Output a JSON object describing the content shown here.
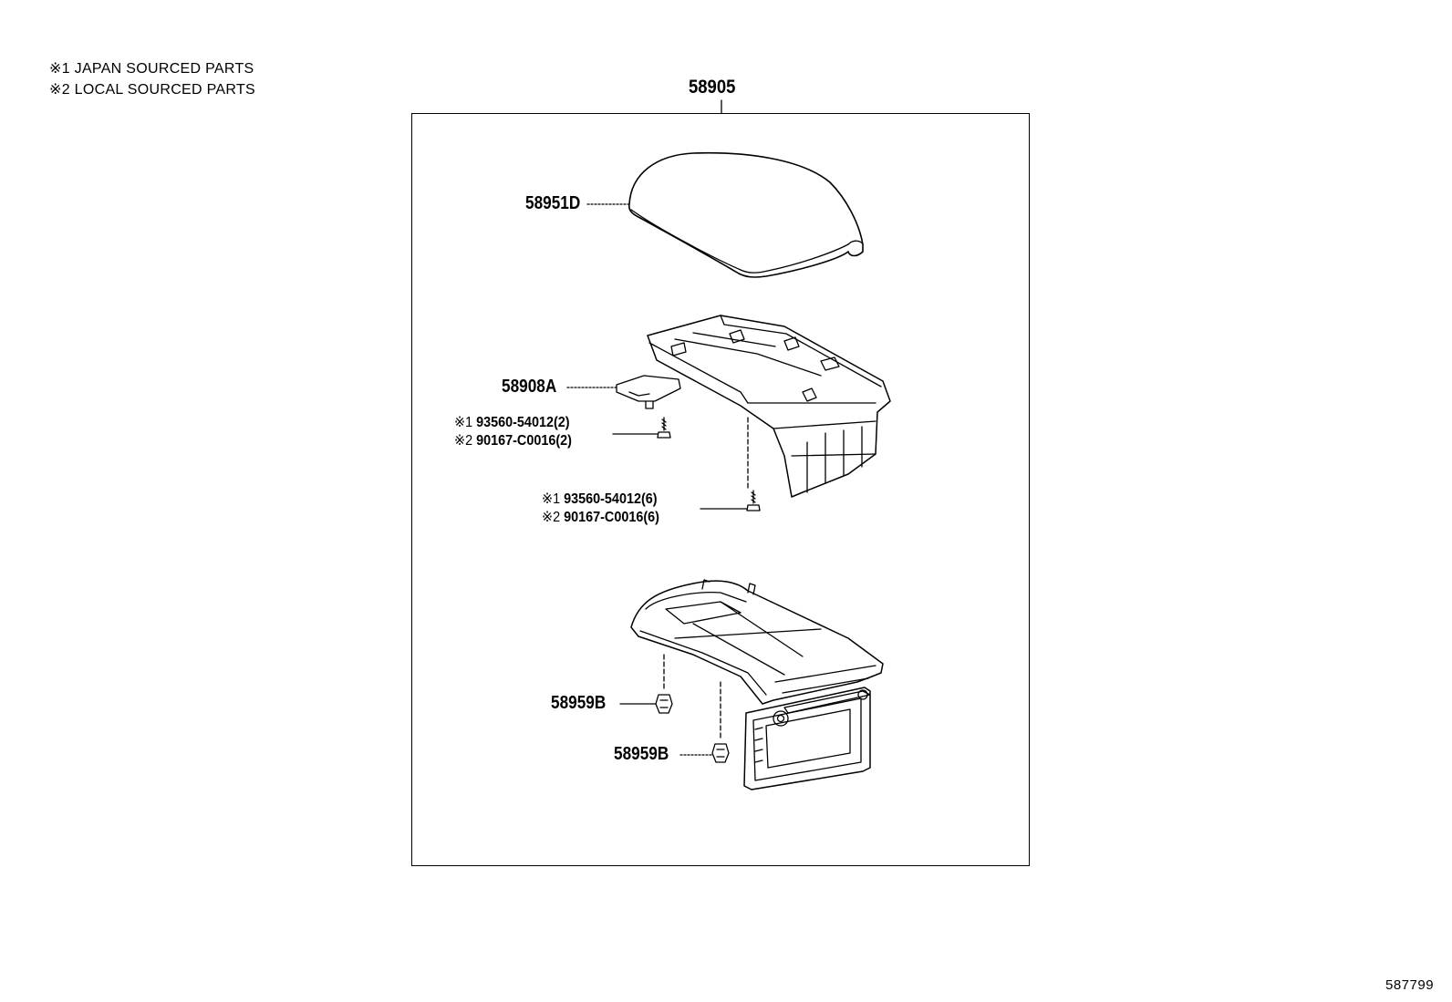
{
  "legend": {
    "note1": "※1 JAPAN SOURCED PARTS",
    "note2": "※2 LOCAL SOURCED PARTS"
  },
  "assembly": {
    "part_number": "58905"
  },
  "parts": {
    "lid": "58951D",
    "latch": "58908A",
    "screw_a_line1": "93560-54012(2)",
    "screw_a_line2": "90167-C0016(2)",
    "screw_a_mark1": "※1",
    "screw_a_mark2": "※2",
    "screw_b_line1": "93560-54012(6)",
    "screw_b_line2": "90167-C0016(6)",
    "screw_b_mark1": "※1",
    "screw_b_mark2": "※2",
    "clip_1": "58959B",
    "clip_2": "58959B"
  },
  "diagram_id": "587799"
}
